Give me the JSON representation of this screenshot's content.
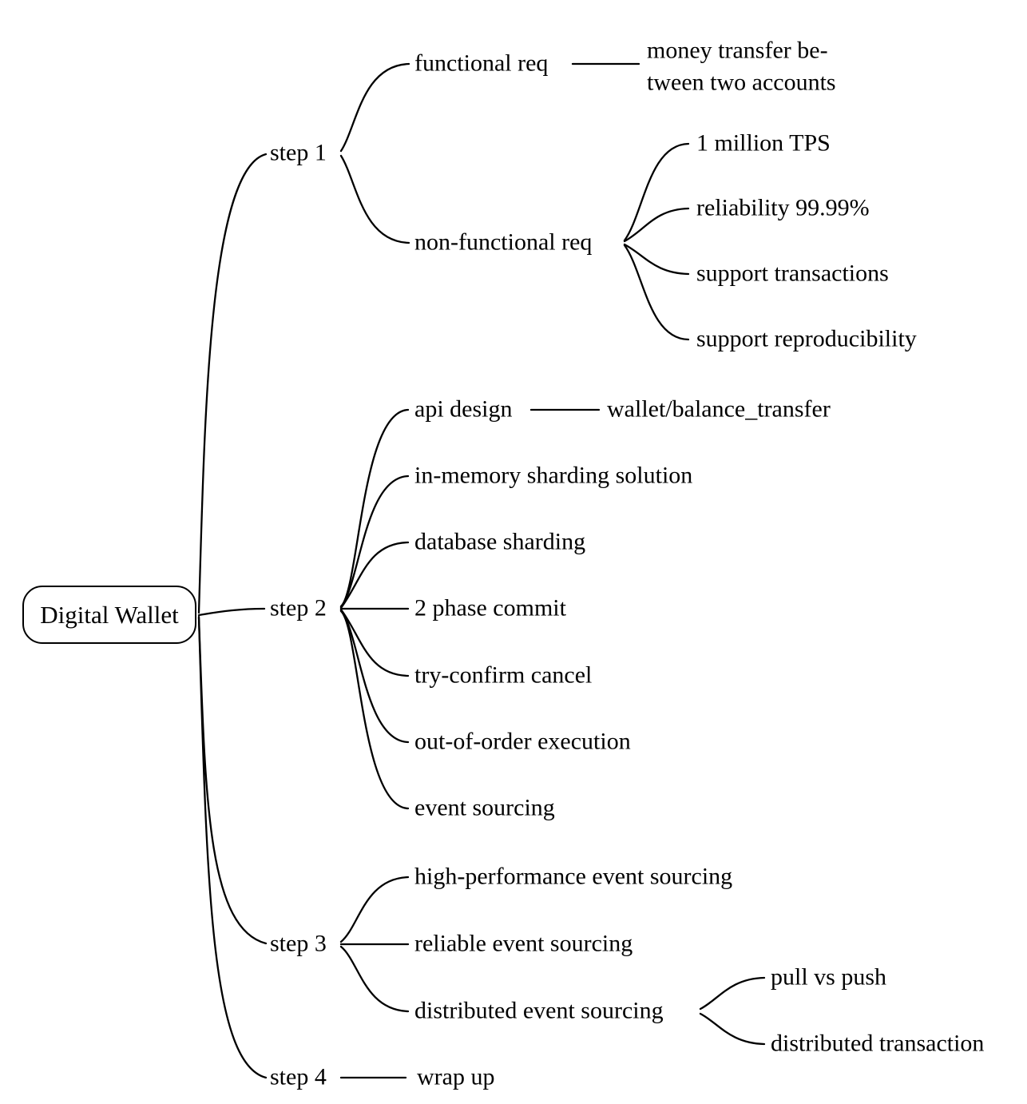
{
  "mindmap": {
    "root": {
      "label": "Digital Wallet"
    },
    "step1": {
      "label": "step 1",
      "functional_req": {
        "label": "functional req",
        "child": {
          "line1": "money transfer be-",
          "line2": "tween two accounts"
        }
      },
      "non_functional_req": {
        "label": "non-functional req",
        "children": [
          {
            "label": "1 million TPS"
          },
          {
            "label": "reliability 99.99%"
          },
          {
            "label": "support transactions"
          },
          {
            "label": "support reproducibility"
          }
        ]
      }
    },
    "step2": {
      "label": "step 2",
      "children": [
        {
          "label": "api design"
        },
        {
          "label": "in-memory sharding solution"
        },
        {
          "label": "database sharding"
        },
        {
          "label": "2 phase commit"
        },
        {
          "label": "try-confirm cancel"
        },
        {
          "label": "out-of-order execution"
        },
        {
          "label": "event sourcing"
        }
      ],
      "api_design_child": {
        "label": "wallet/balance_transfer"
      }
    },
    "step3": {
      "label": "step 3",
      "children": [
        {
          "label": "high-performance event sourcing"
        },
        {
          "label": "reliable event sourcing"
        },
        {
          "label": "distributed event sourcing"
        }
      ],
      "distributed_children": [
        {
          "label": "pull vs push"
        },
        {
          "label": "distributed transaction"
        }
      ]
    },
    "step4": {
      "label": "step 4",
      "child": {
        "label": "wrap up"
      }
    }
  }
}
